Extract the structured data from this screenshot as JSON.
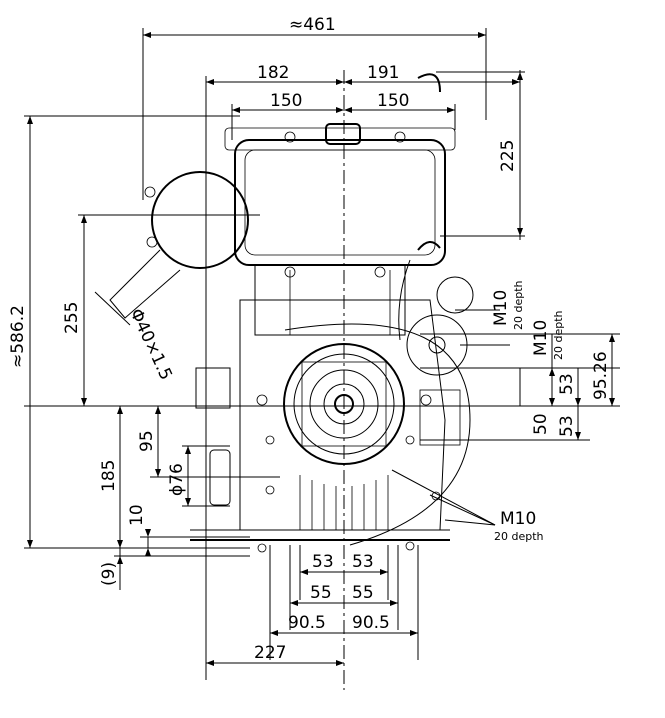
{
  "dimensions": {
    "overall_width": "≈461",
    "left_182": "182",
    "right_191": "191",
    "left_150": "150",
    "right_150": "150",
    "height_225": "225",
    "overall_height": "≈586.2",
    "height_255": "255",
    "pipe": "Φ40×1.5",
    "h_185": "185",
    "h_95": "95",
    "dia_76": "ϕ76",
    "h_10": "10",
    "h_9": "(9)",
    "r_95_26": "95.26",
    "r_53a": "53",
    "r_53b": "53",
    "r_50": "50",
    "b_53l": "53",
    "b_53r": "53",
    "b_55l": "55",
    "b_55r": "55",
    "b_90l": "90.5",
    "b_90r": "90.5",
    "b_227": "227"
  },
  "threads": [
    {
      "size": "M10",
      "depth": "20 depth"
    },
    {
      "size": "M10",
      "depth": "20 depth"
    },
    {
      "size": "M10",
      "depth": "20 depth"
    }
  ]
}
